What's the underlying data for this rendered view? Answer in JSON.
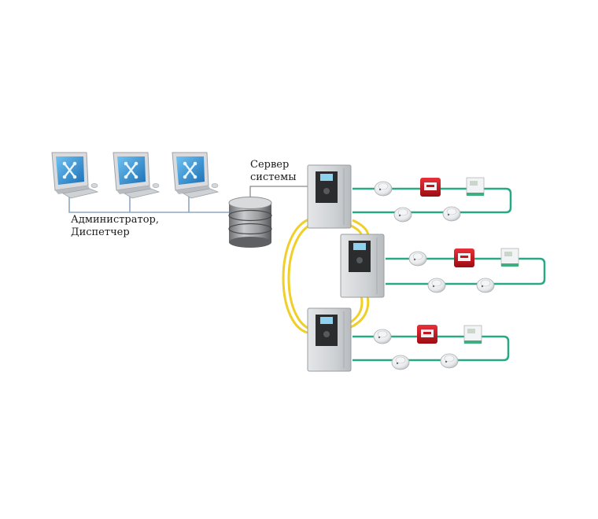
{
  "labels": {
    "server_line1": "Сервер",
    "server_line2": "системы",
    "users_line1": "Администратор,",
    "users_line2": "Диспетчер"
  },
  "colors": {
    "lan_line": "#8da7c4",
    "loop_line": "#2aa784",
    "ring_line": "#f0cf2a",
    "screen": "#2e8fd4",
    "call_point": "#c8141e"
  }
}
